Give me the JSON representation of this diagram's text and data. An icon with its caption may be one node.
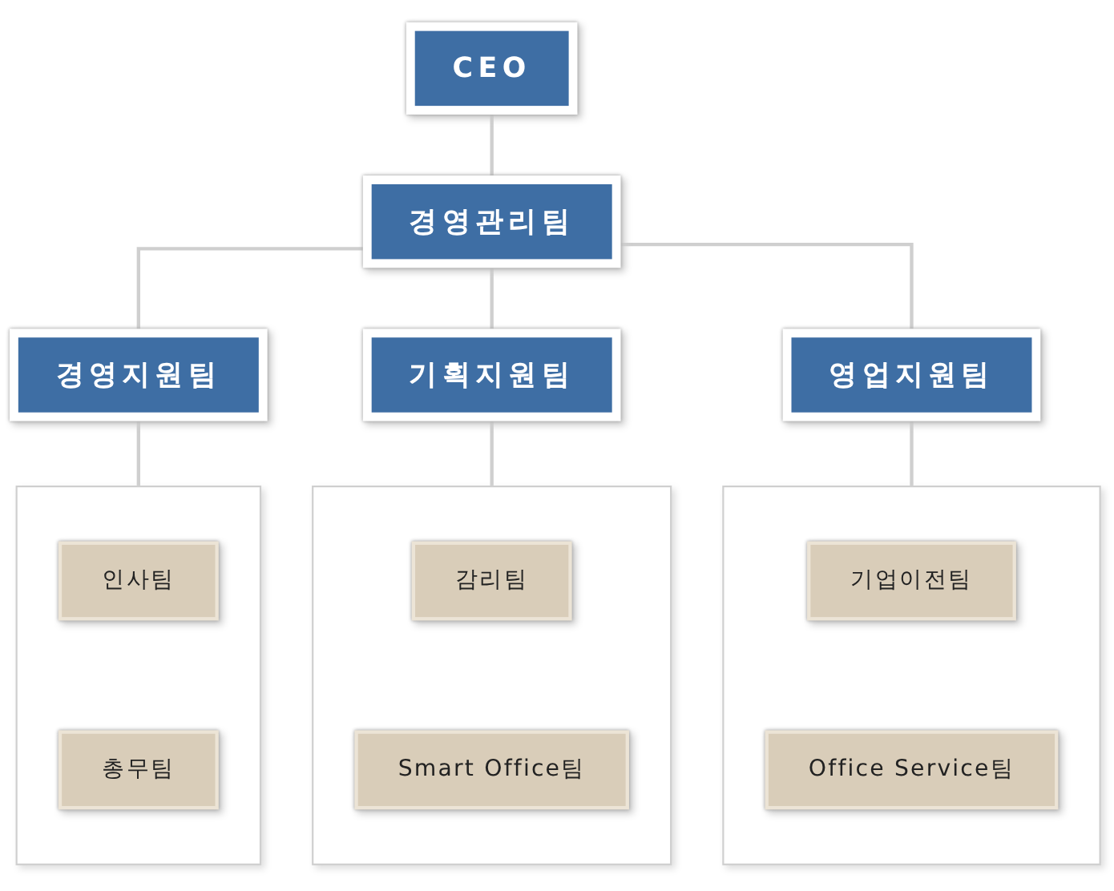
{
  "diagram": {
    "nodes": [
      {
        "text": [
          "CEO"
        ]
      },
      {
        "text": [
          "경영관리팀"
        ]
      },
      {
        "text": [
          "경영지원팀"
        ]
      },
      {
        "text": [
          "기획지원팀"
        ]
      },
      {
        "text": [
          "영업지원팀"
        ]
      },
      {
        "text": [],
        "shape": "box"
      },
      {
        "text": [
          "인사팀"
        ],
        "in": 5
      },
      {
        "text": [
          "총무팀"
        ],
        "in": 5
      },
      {
        "text": [],
        "shape": "box"
      },
      {
        "text": [
          "감리팀"
        ],
        "in": 8
      },
      {
        "text": [
          "Smart Office팀"
        ],
        "in": 8
      },
      {
        "text": [],
        "shape": "box"
      },
      {
        "text": [
          "기업이전팀"
        ],
        "in": 11
      },
      {
        "text": [
          "Office Service팀"
        ],
        "in": 11
      }
    ],
    "edges": [
      {
        "from": 0,
        "to": 1,
        "arrow": "none"
      },
      {
        "from": 1,
        "to": 2,
        "arrow": "none"
      },
      {
        "from": 1,
        "to": 3,
        "arrow": "none"
      },
      {
        "from": 1,
        "to": 4,
        "arrow": "none"
      },
      {
        "from": 2,
        "to": 5,
        "arrow": "none"
      },
      {
        "from": 3,
        "to": 8,
        "arrow": "none"
      },
      {
        "from": 4,
        "to": 11,
        "arrow": "none"
      }
    ]
  }
}
